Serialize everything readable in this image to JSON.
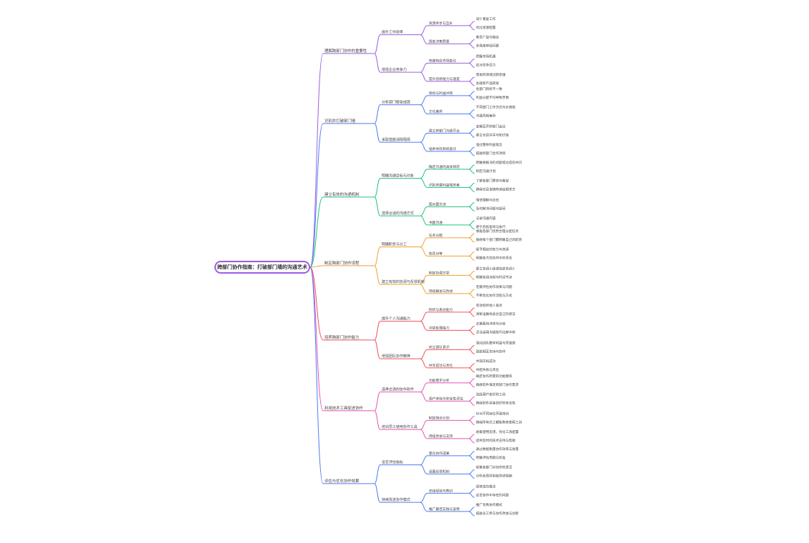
{
  "root": "跨部门协作指南：打破部门墙的沟通艺术",
  "colors": {
    "root_border": "#9b5de5",
    "branches": [
      "#9b5de5",
      "#4d7cf5",
      "#22c07a",
      "#f0a030",
      "#f0505a",
      "#e455b4",
      "#4d7cf5"
    ]
  },
  "branches": [
    {
      "label": "理解跨部门协作的重要性",
      "children": [
        {
          "label": "提升工作效率",
          "children": [
            {
              "label": "资源共享与互补",
              "children": [
                "减少重复工作",
                "优化资源配置"
              ]
            },
            {
              "label": "提高决策质量",
              "children": [
                "集思广益与融合",
                "多角度审视问题"
              ]
            }
          ]
        },
        {
          "label": "增强企业竞争力",
          "children": [
            {
              "label": "快速响应市场变化",
              "children": [
                "把握市场机遇",
                "应对竞争压力"
              ]
            },
            {
              "label": "提升创新能力与速度",
              "children": [
                "激发跨领域创新思维",
                "加速新产品研发"
              ]
            }
          ]
        }
      ]
    },
    {
      "label": "识别并打破部门墙",
      "children": [
        {
          "label": "分析部门壁垒成因",
          "children": [
            {
              "label": "目标与利益冲突",
              "children": [
                "各部门目标不一致",
                "利益分配不均导致矛盾"
              ]
            },
            {
              "label": "文化差异",
              "children": [
                "不同部门工作方式与价值观",
                "沟通风格差异"
              ]
            }
          ]
        },
        {
          "label": "采取措施消除隔阂",
          "children": [
            {
              "label": "建立跨部门沟通平台",
              "children": [
                "定期召开跨部门会议",
                "建立信息共享与知识库"
              ]
            },
            {
              "label": "培养共同目标意识",
              "children": [
                "强化整体利益观念",
                "鼓励跨部门合作项目"
              ]
            }
          ]
        }
      ]
    },
    {
      "label": "建立有效的沟通机制",
      "children": [
        {
          "label": "明确沟通目标与对象",
          "children": [
            {
              "label": "确定沟通的具体目的",
              "children": [
                "明确要解决的问题或达成的共识",
                "制定沟通计划"
              ]
            },
            {
              "label": "识别关键利益相关者",
              "children": [
                "了解各部门需求与期望",
                "确保信息准确传递给相关方"
              ]
            }
          ]
        },
        {
          "label": "选择合适的沟通方式",
          "children": [
            {
              "label": "面对面交流",
              "children": [
                "增进理解与信任",
                "及时解决问题与疑问"
              ]
            },
            {
              "label": "书面沟通",
              "children": [
                "记录沟通内容",
                "便于后续查阅与执行"
              ]
            }
          ]
        }
      ]
    },
    {
      "label": "制定跨部门协作流程",
      "children": [
        {
          "label": "明确职责与分工",
          "children": [
            {
              "label": "任务分配",
              "children": [
                "根据各部门优势合理分配任务",
                "确保每个部门都明确自己的职责"
              ]
            },
            {
              "label": "权责对等",
              "children": [
                "赋予相应的权力与资源",
                "明确各方在协作中的责任"
              ]
            }
          ]
        },
        {
          "label": "建立有效的协调与反馈机制",
          "children": [
            {
              "label": "制定协调方案",
              "children": [
                "建立协调小组或指定协调人",
                "明确协调流程与时间节点"
              ]
            },
            {
              "label": "持续跟进与改进",
              "children": [
                "定期评估协作效果与问题",
                "不断优化协作流程与方式"
              ]
            }
          ]
        }
      ]
    },
    {
      "label": "培养跨部门协作能力",
      "children": [
        {
          "label": "提升个人沟通能力",
          "children": [
            {
              "label": "倾听与表达能力",
              "children": [
                "有效倾听他人观点",
                "清晰准确地表达自己的想法"
              ]
            },
            {
              "label": "冲突处理能力",
              "children": [
                "正确看待冲突与分歧",
                "灵活运用沟通技巧化解冲突"
              ]
            }
          ]
        },
        {
          "label": "增强团队协作精神",
          "children": [
            {
              "label": "树立团队意识",
              "children": [
                "强化团队整体利益与荣誉感",
                "鼓励相互支持与协作"
              ]
            },
            {
              "label": "共享成功与责任",
              "children": [
                "共同庆祝成功",
                "共担失败与责任"
              ]
            }
          ]
        }
      ]
    },
    {
      "label": "利用技术工具促进协作",
      "children": [
        {
          "label": "选择合适的协作软件",
          "children": [
            {
              "label": "功能需求分析",
              "children": [
                "确定协作所需的功能模块",
                "确保软件满足跨部门协作需求"
              ]
            },
            {
              "label": "用户体验与安全性评估",
              "children": [
                "选择用户友好的工具",
                "确保软件具备良好的安全性"
              ]
            }
          ]
        },
        {
          "label": "培训员工使用协作工具",
          "children": [
            {
              "label": "制定培训计划",
              "children": [
                "针对不同岗位开展培训",
                "确保所有员工都能熟练使用工具"
              ]
            },
            {
              "label": "持续改进与支持",
              "children": [
                "收集使用反馈，优化工具配置",
                "提供及时的技术支持与帮助"
              ]
            }
          ]
        }
      ]
    },
    {
      "label": "评估与优化协作效果",
      "children": [
        {
          "label": "设定评估指标",
          "children": [
            {
              "label": "量化协作成果",
              "children": [
                "通过数据衡量协作效率与质量",
                "明确评估周期与标准"
              ]
            },
            {
              "label": "设置反馈机制",
              "children": [
                "收集各部门对协作的意见",
                "分析反馈并制定改进措施"
              ]
            }
          ]
        },
        {
          "label": "持续改进协作模式",
          "children": [
            {
              "label": "总结经验与教训",
              "children": [
                "提炼成功做法",
                "反思协作中存在的问题"
              ]
            },
            {
              "label": "推广最佳实践与案例",
              "children": [
                "推广优秀协作模式",
                "鼓励员工参与协作改进与创新"
              ]
            }
          ]
        }
      ]
    }
  ]
}
